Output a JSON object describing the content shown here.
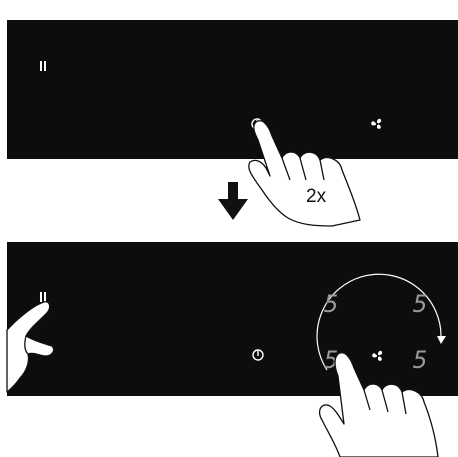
{
  "step_label": "2x",
  "pause_icon_glyph": "II",
  "colors": {
    "panel": "#0d0d0d",
    "display_digit": "#9a9a9a",
    "icons": "#ffffff",
    "arrow": "#111111"
  },
  "zone_displays": [
    {
      "id": "rear-left",
      "value": "5"
    },
    {
      "id": "rear-right",
      "value": "5"
    },
    {
      "id": "front-left",
      "value": "5"
    },
    {
      "id": "front-right",
      "value": "5"
    }
  ],
  "icons": [
    "pause-icon",
    "power-icon",
    "fan-icon",
    "down-arrow-icon",
    "rotation-arrow-icon",
    "hand-icon"
  ]
}
